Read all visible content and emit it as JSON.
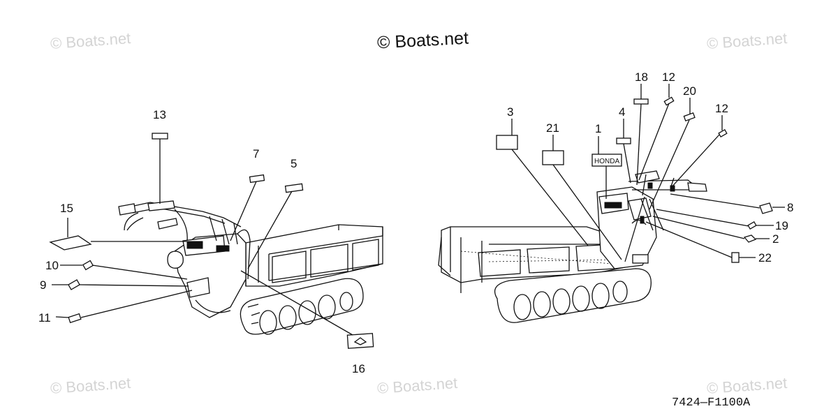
{
  "watermarks": {
    "main": "© Boats.net",
    "top_left": "© Boats.net",
    "top_right": "© Boats.net",
    "bottom_left": "© Boats.net",
    "bottom_center": "© Boats.net",
    "bottom_right": "© Boats.net"
  },
  "diagram_code": "7424—F1100A",
  "honda_label": "HONDA",
  "callouts": {
    "c1": "1",
    "c2": "2",
    "c3": "3",
    "c4": "4",
    "c5": "5",
    "c6": "7",
    "c7": "8",
    "c8": "9",
    "c9": "10",
    "c10": "11",
    "c11": "12",
    "c12": "12",
    "c13": "13",
    "c14": "15",
    "c15": "16",
    "c16": "18",
    "c17": "19",
    "c18": "20",
    "c19": "21",
    "c20": "22"
  }
}
